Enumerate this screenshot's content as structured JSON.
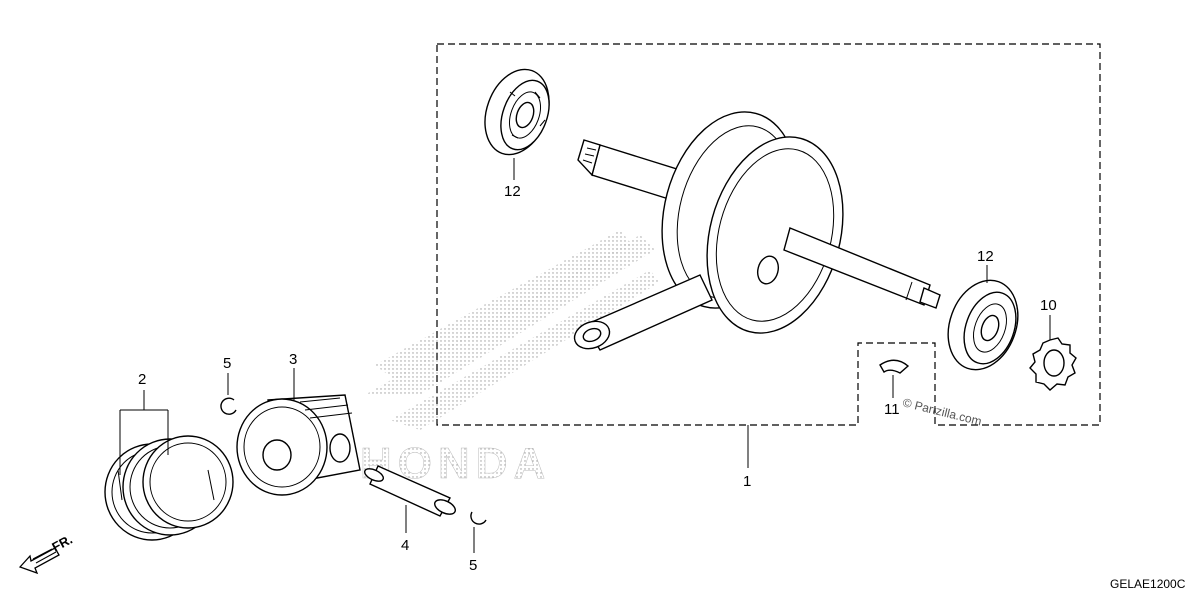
{
  "callouts": {
    "c1": "1",
    "c2": "2",
    "c3": "3",
    "c4": "4",
    "c5a": "5",
    "c5b": "5",
    "c10": "10",
    "c11": "11",
    "c12a": "12",
    "c12b": "12"
  },
  "front_marker": "FR.",
  "watermark": "© Partzilla.com",
  "reference_code": "GELAE1200C",
  "background_logo": "HONDA"
}
